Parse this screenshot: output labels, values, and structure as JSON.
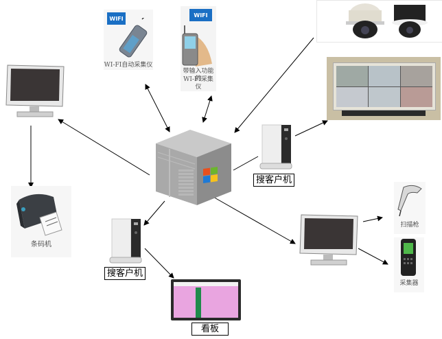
{
  "diagram": {
    "nodes": {
      "server": {
        "label": "",
        "icon": "windows-server-icon"
      },
      "wifi_auto": {
        "caption": "WI-FI自动采集仪",
        "badge": "WIFI"
      },
      "wifi_input": {
        "caption_line1": "带输入功能的",
        "caption_line2": "WI-FI采集仪",
        "badge": "WIFI"
      },
      "cameras": {
        "caption": ""
      },
      "video_wall": {
        "caption": ""
      },
      "client_right": {
        "label": "搜客户机"
      },
      "client_bottom": {
        "label": "搜客户机"
      },
      "monitor_left": {
        "caption": ""
      },
      "barcode_printer": {
        "caption": "条码机"
      },
      "monitor_right": {
        "caption": ""
      },
      "scanner_gun": {
        "caption": "扫描枪"
      },
      "handheld_collector": {
        "caption": "采集器"
      },
      "kanban_board": {
        "label": "看板"
      }
    },
    "edges": [
      {
        "from": "server",
        "to": "wifi_auto",
        "type": "bidirectional"
      },
      {
        "from": "server",
        "to": "wifi_input",
        "type": "bidirectional"
      },
      {
        "from": "cameras",
        "to": "server",
        "type": "directed"
      },
      {
        "from": "server",
        "to": "client_right",
        "type": "line"
      },
      {
        "from": "client_right",
        "to": "video_wall",
        "type": "directed"
      },
      {
        "from": "server",
        "to": "monitor_left",
        "type": "directed"
      },
      {
        "from": "monitor_left",
        "to": "barcode_printer",
        "type": "directed"
      },
      {
        "from": "server",
        "to": "client_bottom",
        "type": "directed"
      },
      {
        "from": "client_bottom",
        "to": "kanban_board",
        "type": "directed"
      },
      {
        "from": "server",
        "to": "monitor_right",
        "type": "directed"
      },
      {
        "from": "monitor_right",
        "to": "scanner_gun",
        "type": "directed"
      },
      {
        "from": "monitor_right",
        "to": "handheld_collector",
        "type": "directed"
      }
    ]
  },
  "colors": {
    "wifi_badge": "#1a6fc4",
    "windows_red": "#e8501e",
    "windows_green": "#6cb52d",
    "windows_blue": "#1e7ad6",
    "windows_yellow": "#f7c21c",
    "kanban_pink": "#e9a5e0",
    "kanban_green": "#1f8a4a"
  }
}
